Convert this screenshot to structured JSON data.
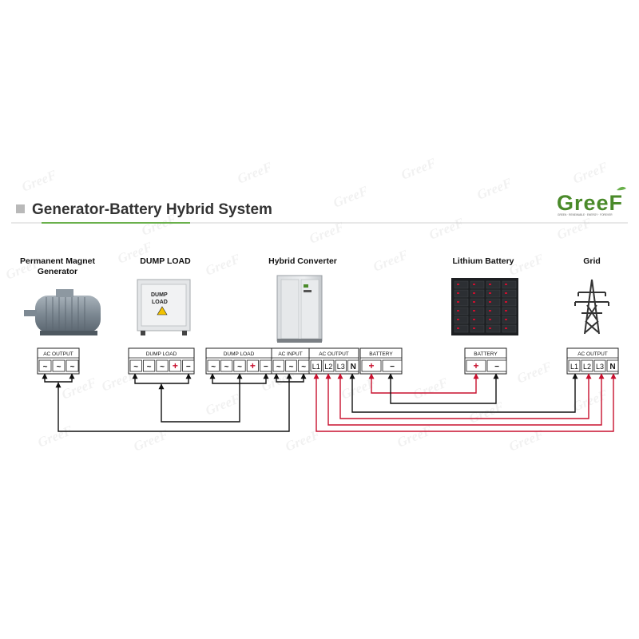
{
  "header": {
    "title": "Generator-Battery Hybrid System",
    "logo_text": "GreeF",
    "logo_tagline": "GREEN · RENEWABLE · ENERGY · FOREVER"
  },
  "watermark_text": "GreeF",
  "components": [
    {
      "id": "generator",
      "label_lines": [
        "Permanent Magnet",
        "Generator"
      ],
      "icon": "pm-generator-icon"
    },
    {
      "id": "dumpload",
      "label_lines": [
        "DUMP LOAD"
      ],
      "icon": "dump-load-cabinet-icon",
      "panel_text": [
        "DUMP",
        "LOAD"
      ]
    },
    {
      "id": "converter",
      "label_lines": [
        "Hybrid Converter"
      ],
      "icon": "hybrid-converter-cabinet-icon"
    },
    {
      "id": "battery",
      "label_lines": [
        "Lithium Battery"
      ],
      "icon": "lithium-battery-rack-icon"
    },
    {
      "id": "grid",
      "label_lines": [
        "Grid"
      ],
      "icon": "transmission-tower-icon"
    }
  ],
  "terminal_blocks": [
    {
      "id": "gen-ac-output",
      "label": "AC OUTPUT",
      "terminals": [
        "~",
        "~",
        "~"
      ]
    },
    {
      "id": "dump-load",
      "label": "DUMP LOAD",
      "terminals": [
        "~",
        "~",
        "~",
        "+",
        "−"
      ]
    },
    {
      "id": "conv-dump-load",
      "label": "DUMP LOAD",
      "terminals": [
        "~",
        "~",
        "~",
        "+",
        "−"
      ]
    },
    {
      "id": "conv-ac-input",
      "label": "AC INPUT",
      "terminals": [
        "~",
        "~",
        "~"
      ]
    },
    {
      "id": "conv-ac-output",
      "label": "AC OUTPUT",
      "terminals": [
        "L1",
        "L2",
        "L3",
        "N"
      ]
    },
    {
      "id": "conv-battery",
      "label": "BATTERY",
      "terminals": [
        "+",
        "−"
      ]
    },
    {
      "id": "bat-battery",
      "label": "BATTERY",
      "terminals": [
        "+",
        "−"
      ]
    },
    {
      "id": "grid-ac-output",
      "label": "AC OUTPUT",
      "terminals": [
        "L1",
        "L2",
        "L3",
        "N"
      ]
    }
  ],
  "colors": {
    "accent_green": "#6ab04c",
    "wire_black": "#111111",
    "wire_red": "#c8102e",
    "title_text": "#333333"
  }
}
